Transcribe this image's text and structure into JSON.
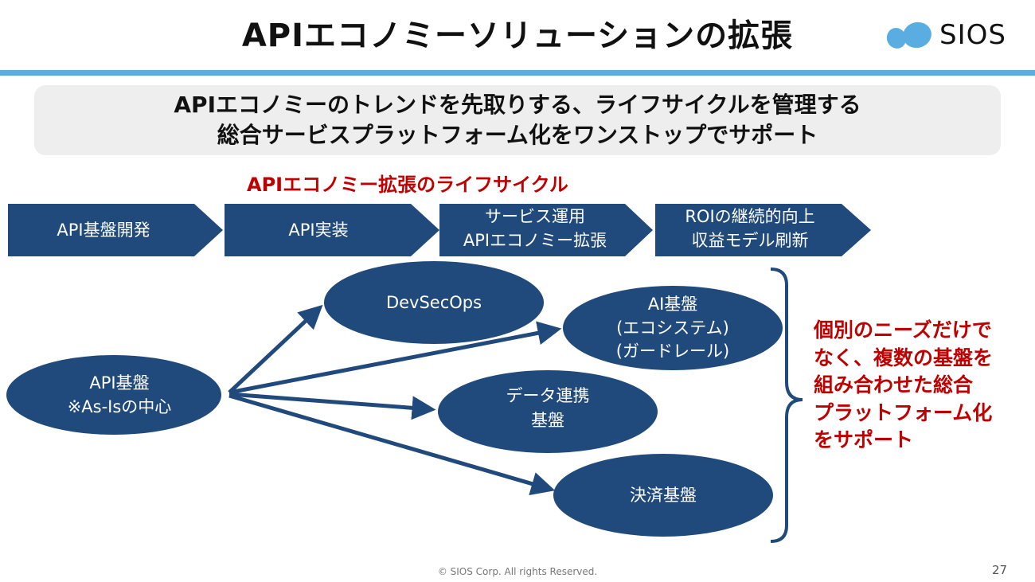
{
  "header": {
    "title": "APIエコノミーソリューションの拡張",
    "logo_text": "SIOS",
    "logo_color": "#5aade0"
  },
  "banner": {
    "line1": "APIエコノミーのトレンドを先取りする、ライフサイクルを管理する",
    "line2": "総合サービスプラットフォーム化をワンストップでサポート"
  },
  "lifecycle": {
    "heading": "APIエコノミー拡張のライフサイクル",
    "steps": [
      {
        "lines": [
          "API基盤開発"
        ]
      },
      {
        "lines": [
          "API実装"
        ]
      },
      {
        "lines": [
          "サービス運用",
          "APIエコノミー拡張"
        ]
      },
      {
        "lines": [
          "ROIの継続的向上",
          "収益モデル刷新"
        ]
      }
    ]
  },
  "nodes": {
    "source": {
      "lines": [
        "API基盤",
        "※As-Isの中心"
      ]
    },
    "devsecops": {
      "lines": [
        "DevSecOps"
      ]
    },
    "ai": {
      "lines": [
        "AI基盤",
        "(エコシステム)",
        "(ガードレール)"
      ]
    },
    "data": {
      "lines": [
        "データ連携",
        "基盤"
      ]
    },
    "payment": {
      "lines": [
        "決済基盤"
      ]
    }
  },
  "note": {
    "lines": [
      "個別のニーズだけで",
      "なく、複数の基盤を",
      "組み合わせた総合",
      "プラットフォーム化",
      "をサポート"
    ]
  },
  "colors": {
    "shape_fill": "#204a7c",
    "accent_red": "#c00000",
    "rule_blue": "#5aade0"
  },
  "footer": {
    "copyright": "© SIOS Corp. All rights Reserved.",
    "page_number": "27"
  }
}
